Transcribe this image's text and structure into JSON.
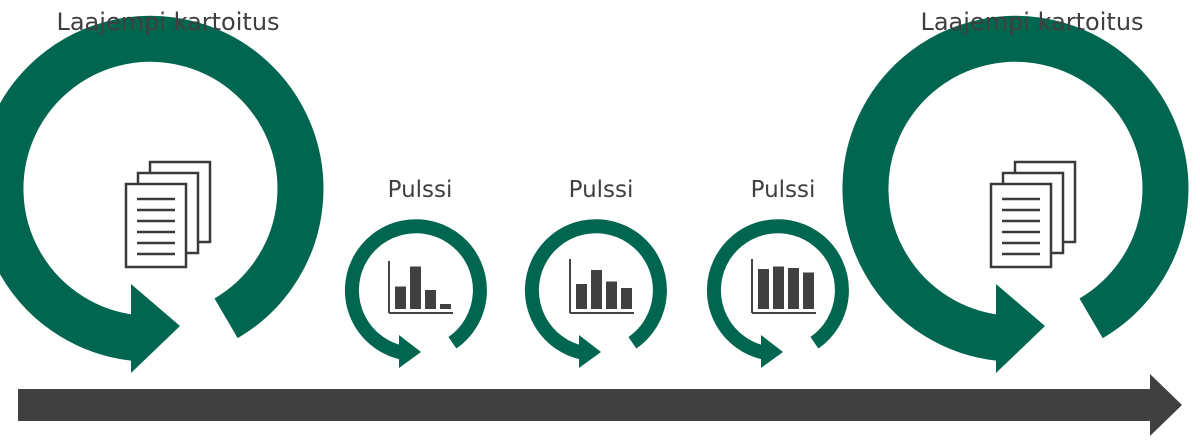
{
  "stages": {
    "start_survey": {
      "label": "Laajempi kartoitus",
      "icon": "documents-icon"
    },
    "pulses": [
      {
        "label": "Pulssi",
        "icon": "bar-chart-icon",
        "bars": [
          0.45,
          0.85,
          0.38,
          0.1
        ]
      },
      {
        "label": "Pulssi",
        "icon": "bar-chart-icon",
        "bars": [
          0.5,
          0.78,
          0.55,
          0.42
        ]
      },
      {
        "label": "Pulssi",
        "icon": "bar-chart-icon",
        "bars": [
          0.8,
          0.85,
          0.82,
          0.73
        ]
      }
    ],
    "end_survey": {
      "label": "Laajempi kartoitus",
      "icon": "documents-icon"
    }
  },
  "timeline": {
    "icon": "timeline-arrow"
  },
  "colors": {
    "accent": "#00664f",
    "dark": "#404040",
    "text": "#3f3f3f"
  }
}
